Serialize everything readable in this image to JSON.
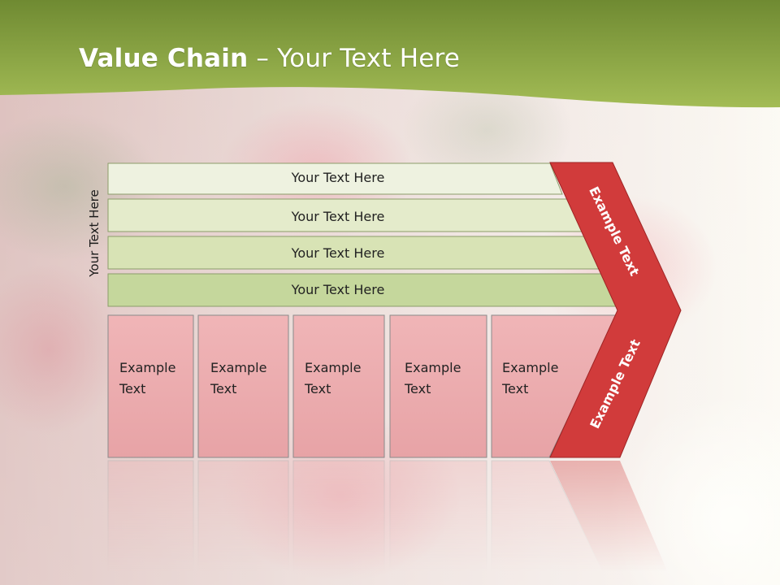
{
  "slide": {
    "title_bold": "Value Chain",
    "title_rest": " – Your Text Here"
  },
  "diagram": {
    "side_label": "Your Text Here",
    "support_rows": [
      "Your Text Here",
      "Your Text Here",
      "Your Text Here",
      "Your Text Here"
    ],
    "primary_boxes": [
      {
        "line1": "Example",
        "line2": "Text"
      },
      {
        "line1": "Example",
        "line2": "Text"
      },
      {
        "line1": "Example",
        "line2": "Text"
      },
      {
        "line1": "Example",
        "line2": "Text"
      },
      {
        "line1": "Example",
        "line2": "Text"
      }
    ],
    "arrow_top_label": "Example Text",
    "arrow_bottom_label": "Example Text"
  },
  "colors": {
    "header_green": "#8ea945",
    "row_fill_light": "#eef2e0",
    "row_fill_dark": "#c5d79c",
    "box_fill": "#ecafb1",
    "arrow_red": "#d13b3b"
  }
}
